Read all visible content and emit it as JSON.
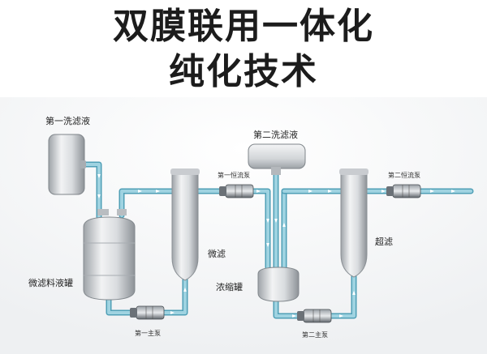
{
  "title": {
    "line1": "双膜联用一体化",
    "line2": "纯化技术"
  },
  "labels": {
    "wash1": "第一洗滤液",
    "wash2": "第二洗滤液",
    "mf_tank": "微滤料液罐",
    "microfiltration": "微滤",
    "concentrate_tank": "浓缩罐",
    "ultrafiltration": "超滤",
    "pump_main1": "第一主泵",
    "pump_main2": "第二主泵",
    "pump_const1": "第一恒流泵",
    "pump_const2": "第二恒流泵"
  },
  "colors": {
    "pipe": "#7fc1d3",
    "pipe_dark": "#4f9fb6",
    "flow_arrow": "#ffffff",
    "vessel": "#d8dbde",
    "background": "#ffffff"
  }
}
